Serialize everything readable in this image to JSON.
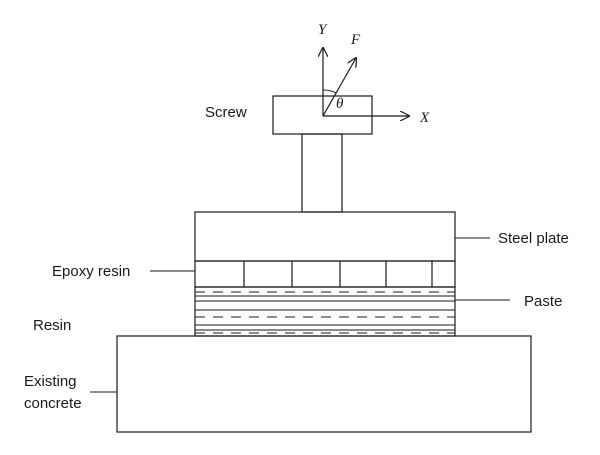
{
  "labels": {
    "screw": "Screw",
    "steel_plate": "Steel plate",
    "epoxy_resin": "Epoxy resin",
    "paste": "Paste",
    "resin": "Resin",
    "existing_concrete_line1": "Existing",
    "existing_concrete_line2": "concrete"
  },
  "axes": {
    "y": "Y",
    "x": "X",
    "force": "F",
    "angle": "θ"
  }
}
